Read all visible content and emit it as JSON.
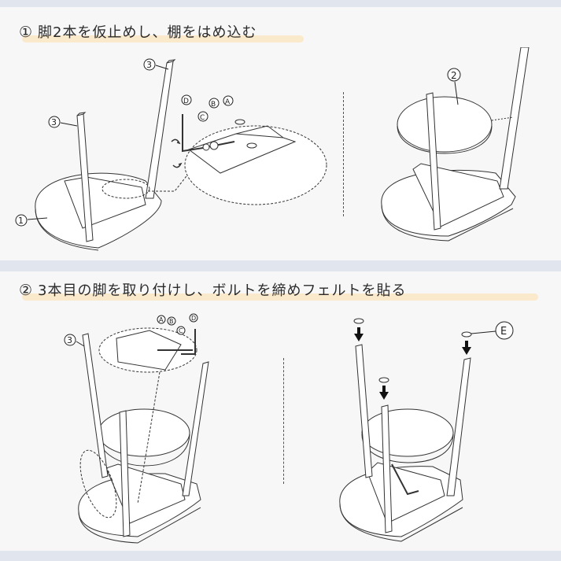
{
  "steps": [
    {
      "number": "①",
      "title": "脚2本を仮止めし、棚をはめ込む",
      "figures": [
        {
          "labels": [
            "③",
            "③",
            "①",
            "Ⓐ",
            "Ⓑ",
            "Ⓒ",
            "Ⓓ"
          ]
        },
        {
          "labels": [
            "②"
          ]
        }
      ]
    },
    {
      "number": "②",
      "title": "3本目の脚を取り付けし、ボルトを締めフェルトを貼る",
      "figures": [
        {
          "labels": [
            "③",
            "Ⓐ",
            "Ⓑ",
            "Ⓒ",
            "Ⓓ"
          ]
        },
        {
          "labels": [
            "Ⓔ"
          ]
        }
      ]
    }
  ],
  "colors": {
    "background": "#f7f7f8",
    "band": "#e1e6ee",
    "highlight": "#fbe6c4",
    "line": "#333333"
  }
}
